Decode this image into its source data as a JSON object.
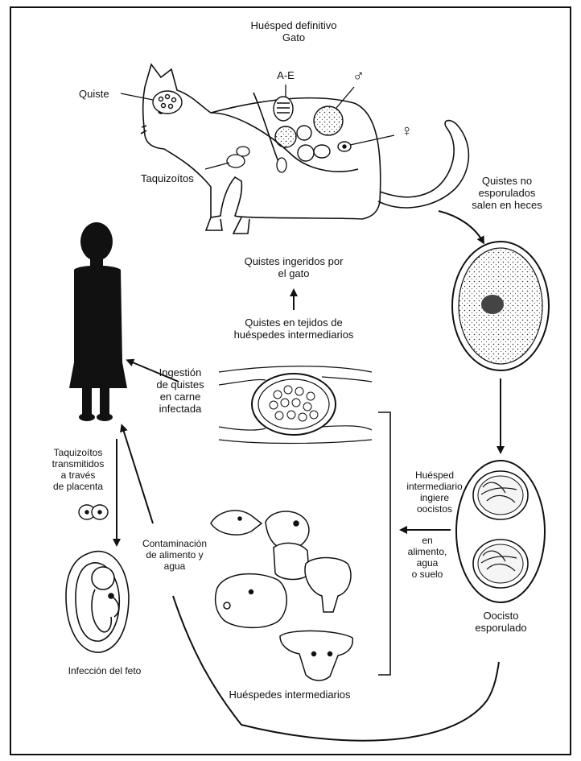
{
  "labels": {
    "definitive_host": [
      "Huésped definitivo",
      "Gato"
    ],
    "cyst": "Quiste",
    "ae": "A-E",
    "male": "♂",
    "female": "♀",
    "tachyzoites": "Taquizoítos",
    "unsporulated": [
      "Quistes no",
      "esporulados",
      "salen en heces"
    ],
    "ingested_cat": [
      "Quistes ingeridos por",
      "el gato"
    ],
    "tissue_cysts": [
      "Quistes en tejidos de",
      "huéspedes intermediarios"
    ],
    "meat_ingestion": [
      "Ingestión",
      "de quistes",
      "en carne",
      "infectada"
    ],
    "placenta": [
      "Taquizoítos",
      "transmitidos",
      "a través",
      "de placenta"
    ],
    "contamination": [
      "Contaminación",
      "de alimento y",
      "agua"
    ],
    "intermediate_ingests": [
      "Huésped",
      "intermediario",
      "ingiere",
      "oocistos"
    ],
    "in_food": [
      "en",
      "alimento,",
      "agua",
      "o suelo"
    ],
    "sporulated": [
      "Oocisto",
      "esporulado"
    ],
    "fetal_infection": "Infección del feto",
    "intermediate_hosts": "Huéspedes intermediarios"
  }
}
